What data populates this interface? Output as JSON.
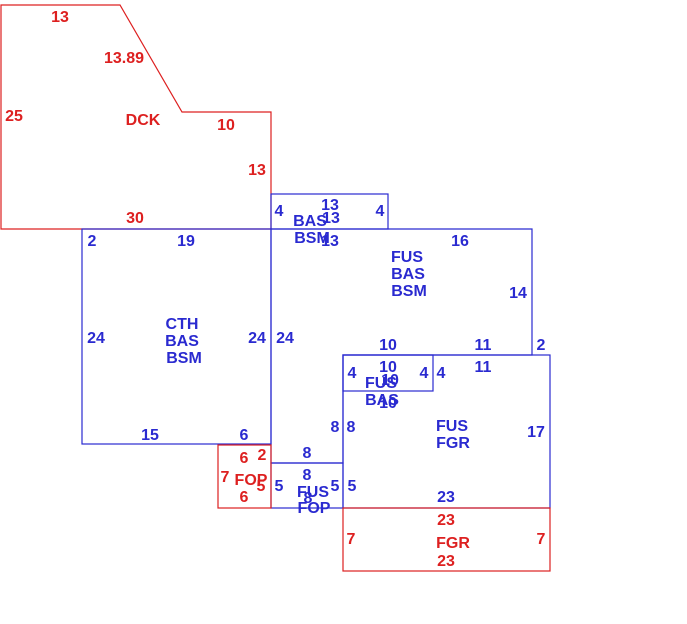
{
  "colors": {
    "blue": "#2a2ad0",
    "red": "#dd2020"
  },
  "areas": [
    {
      "id": "dck",
      "color": "red",
      "lines": [
        "DCK"
      ],
      "dims": [
        "13",
        "13.89",
        "25",
        "10",
        "13",
        "30"
      ]
    },
    {
      "id": "bas-bsm-top",
      "color": "blue",
      "lines": [
        "BAS",
        "BSM"
      ],
      "dims": [
        "4",
        "13",
        "13",
        "4",
        "13"
      ]
    },
    {
      "id": "fus-bas-bsm",
      "color": "blue",
      "lines": [
        "FUS",
        "BAS",
        "BSM"
      ],
      "dims": [
        "16",
        "14",
        "2",
        "11",
        "10",
        "24"
      ]
    },
    {
      "id": "cth-bas-bsm",
      "color": "blue",
      "lines": [
        "CTH",
        "BAS",
        "BSM"
      ],
      "dims": [
        "2",
        "19",
        "24",
        "24",
        "15",
        "6"
      ]
    },
    {
      "id": "fus-bas-small",
      "color": "blue",
      "lines": [
        "FUS",
        "BAS"
      ],
      "dims": [
        "10",
        "4",
        "4",
        "10",
        "10"
      ]
    },
    {
      "id": "fus-fgr",
      "color": "blue",
      "lines": [
        "FUS",
        "FGR"
      ],
      "dims": [
        "4",
        "11",
        "8",
        "8",
        "17",
        "23"
      ]
    },
    {
      "id": "fus-fop",
      "color": "blue",
      "lines": [
        "FUS",
        "FOP"
      ],
      "dims": [
        "8",
        "8",
        "5",
        "5",
        "5",
        "8"
      ]
    },
    {
      "id": "fop",
      "color": "red",
      "lines": [
        "FOP"
      ],
      "dims": [
        "6",
        "2",
        "7",
        "5",
        "6"
      ]
    },
    {
      "id": "fgr",
      "color": "red",
      "lines": [
        "FGR"
      ],
      "dims": [
        "23",
        "7",
        "7",
        "23"
      ]
    }
  ]
}
